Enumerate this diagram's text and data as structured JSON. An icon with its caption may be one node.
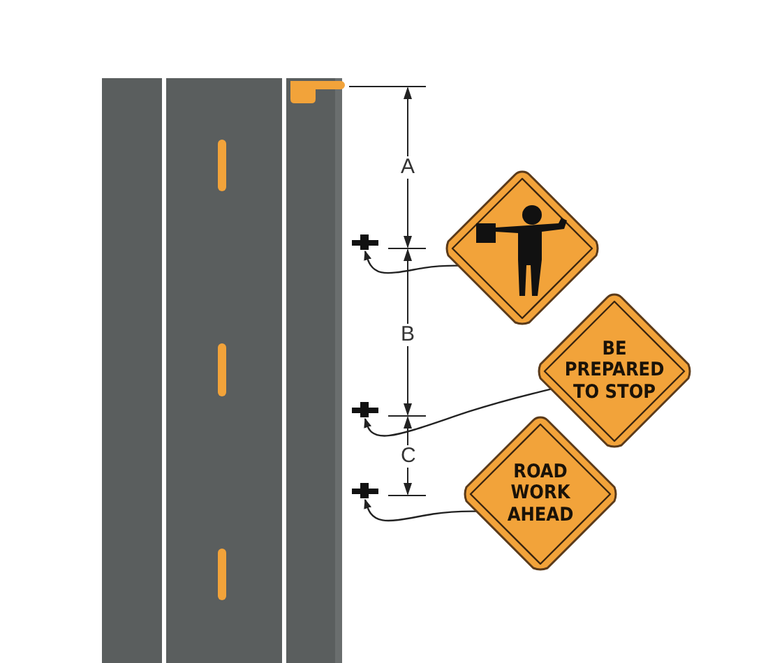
{
  "diagram": {
    "nodes": [
      {
        "text": [],
        "shape": "diamond"
      },
      {
        "text": [
          "BE PREPARED TO STOP"
        ]
      },
      {
        "text": [
          "ROAD WORK AHEAD"
        ]
      },
      {
        "text": [],
        "shape": "sign"
      },
      {
        "text": [],
        "shape": "sign"
      },
      {
        "text": [],
        "shape": "sign"
      }
    ],
    "edges": [
      {
        "from": 0,
        "to": 3,
        "arrow": "to"
      },
      {
        "from": 1,
        "to": 4,
        "arrow": "to"
      },
      {
        "from": 2,
        "to": 5,
        "arrow": "to"
      }
    ],
    "labels": [
      "A",
      "B",
      "C"
    ]
  }
}
